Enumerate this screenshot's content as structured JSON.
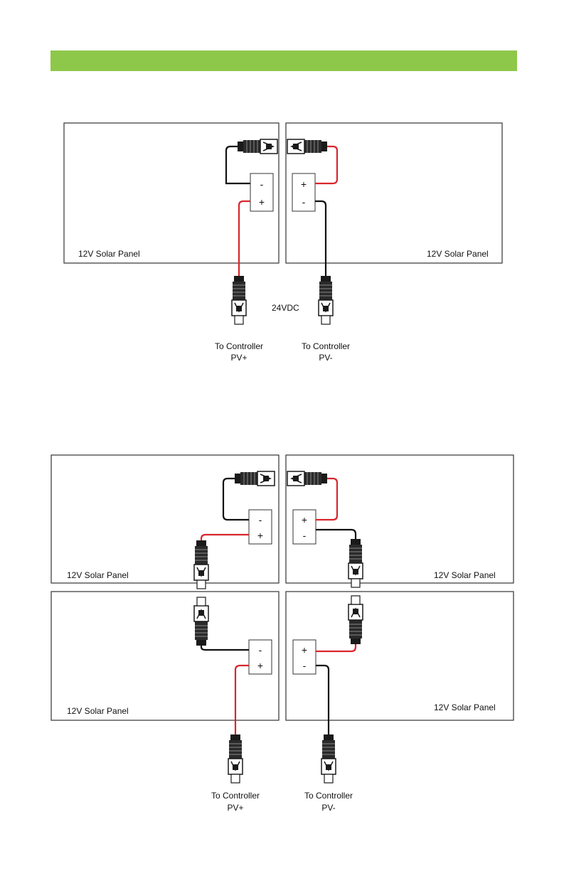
{
  "header": {
    "color": "#8ec84a"
  },
  "colors": {
    "positive_wire": "#d8262c",
    "negative_wire": "#111111"
  },
  "diagram1": {
    "panel_left_label": "12V Solar Panel",
    "panel_right_label": "12V Solar Panel",
    "box_left": {
      "top": "-",
      "bottom": "+"
    },
    "box_right": {
      "top": "+",
      "bottom": "-"
    },
    "voltage_label": "24VDC",
    "pv_plus": {
      "line1": "To Controller",
      "line2": "PV+"
    },
    "pv_minus": {
      "line1": "To Controller",
      "line2": "PV-"
    }
  },
  "diagram2": {
    "panel_tl_label": "12V Solar Panel",
    "panel_tr_label": "12V Solar Panel",
    "panel_bl_label": "12V Solar Panel",
    "panel_br_label": "12V Solar Panel",
    "box_tl": {
      "top": "-",
      "bottom": "+"
    },
    "box_tr": {
      "top": "+",
      "bottom": "-"
    },
    "box_bl": {
      "top": "-",
      "bottom": "+"
    },
    "box_br": {
      "top": "+",
      "bottom": "-"
    },
    "pv_plus": {
      "line1": "To Controller",
      "line2": "PV+"
    },
    "pv_minus": {
      "line1": "To Controller",
      "line2": "PV-"
    }
  }
}
